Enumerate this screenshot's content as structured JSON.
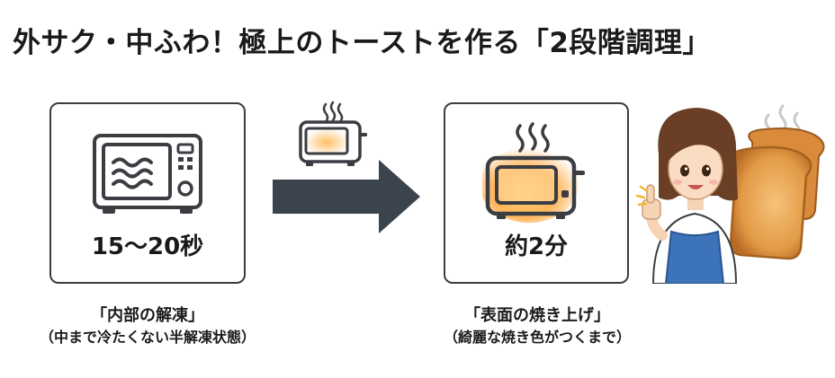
{
  "title": "外サク・中ふわ！極上のトーストを作る「2段階調理」",
  "steps": [
    {
      "time": "15〜20秒",
      "caption": "「内部の解凍」",
      "subcaption": "（中まで冷たくない半解凍状態）",
      "icon": "microwave-icon"
    },
    {
      "time": "約2分",
      "caption": "「表面の焼き上げ」",
      "subcaption": "（綺麗な焼き色がつくまで）",
      "icon": "toaster-oven-icon"
    }
  ],
  "connector": {
    "icon": "arrow-right-icon",
    "above_icon": "small-toaster-icon"
  },
  "illustration": {
    "icon": "woman-thumbs-up-toast-icon"
  },
  "colors": {
    "outline": "#3a3d42",
    "arrow": "#3b444d",
    "glow": "#ffb347",
    "toast": "#e9a24b",
    "apron": "#3d73b8"
  }
}
